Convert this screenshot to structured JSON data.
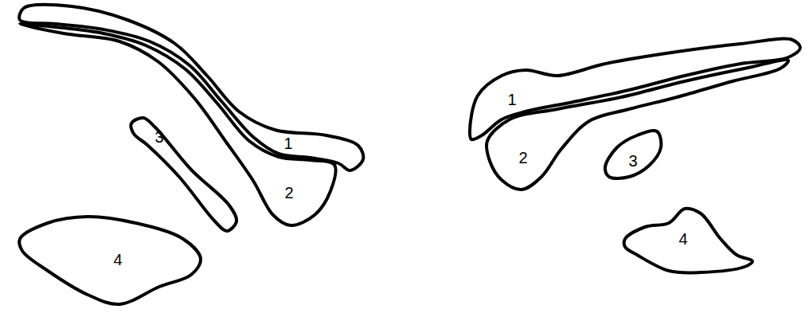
{
  "diagram": {
    "nodes": [
      {
        "text": [
          "1"
        ]
      },
      {
        "text": [
          "2"
        ]
      },
      {
        "text": [
          "3"
        ]
      },
      {
        "text": [
          "4"
        ]
      },
      {
        "text": [
          "1"
        ]
      },
      {
        "text": [
          "2"
        ]
      },
      {
        "text": [
          "3"
        ]
      },
      {
        "text": [
          "4"
        ]
      }
    ]
  }
}
